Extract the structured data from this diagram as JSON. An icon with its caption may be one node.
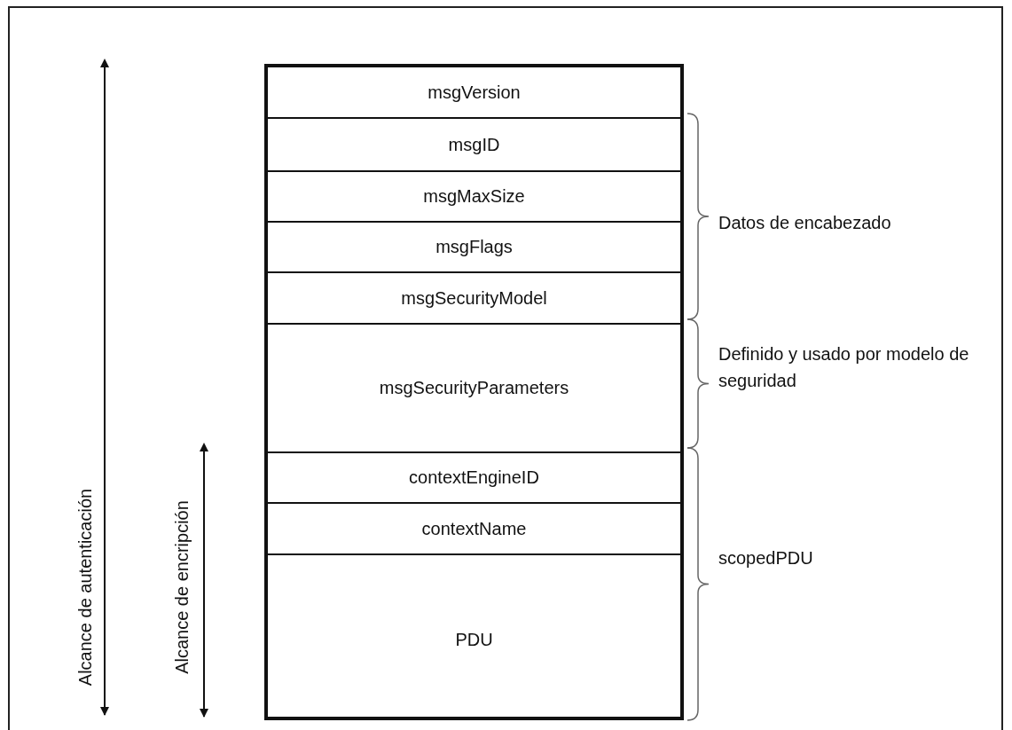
{
  "diagram": {
    "nodes": [
      {
        "text": [],
        "shape": "box"
      },
      {
        "text": [
          "msgVersion"
        ],
        "in": 0
      },
      {
        "text": [
          "msgID"
        ],
        "in": 0
      },
      {
        "text": [
          "msgMaxSize"
        ],
        "in": 0
      },
      {
        "text": [
          "msgFlags"
        ],
        "in": 0
      },
      {
        "text": [
          "msgSecurityModel"
        ],
        "in": 0
      },
      {
        "text": [
          "msgSecurityParameters"
        ],
        "in": 0
      },
      {
        "text": [
          "contextEngineID"
        ],
        "in": 0
      },
      {
        "text": [
          "contextName"
        ],
        "in": 0
      },
      {
        "text": [
          "PDU"
        ],
        "in": 0
      }
    ],
    "labels": [
      "Datos de encabezado",
      "Definido y usado por modelo de seguridad",
      "scopedPDU",
      "Alcance de autenticación",
      "Alcance de encripción"
    ]
  }
}
